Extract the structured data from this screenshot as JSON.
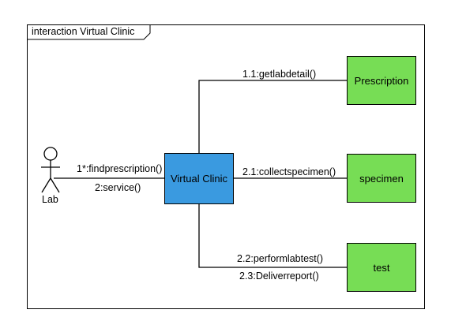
{
  "diagram": {
    "frame_title": "interaction Virtual Clinic",
    "actor": {
      "name": "Lab"
    },
    "nodes": {
      "virtual_clinic": "Virtual Clinic",
      "prescription": "Prescription",
      "specimen": "specimen",
      "test": "test"
    },
    "messages": {
      "find_prescription": "1*:findprescription()",
      "service": "2:service()",
      "get_lab_detail": "1.1:getlabdetail()",
      "collect_specimen": "2.1:collectspecimen()",
      "perform_lab_test": "2.2:performlabtest()",
      "deliver_report": "2.3:Deliverreport()"
    },
    "colors": {
      "object_box": "#77dd55",
      "controller_box": "#3a9ae0",
      "line": "#000000"
    }
  }
}
